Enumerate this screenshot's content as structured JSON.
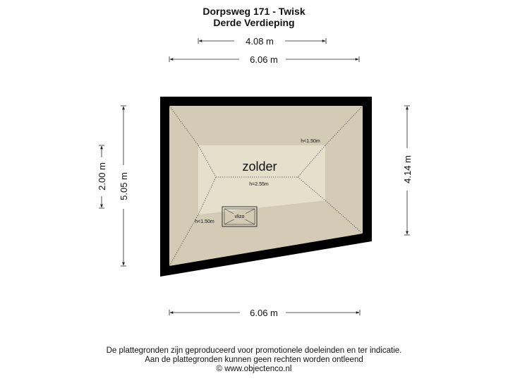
{
  "header": {
    "title": "Dorpsweg 171 - Twisk",
    "subtitle": "Derde Verdieping"
  },
  "dimensions": {
    "top_inner": "4.08 m",
    "top_outer": "6.06 m",
    "bottom": "6.06 m",
    "left_inner": "2.00 m",
    "left_outer": "5.05 m",
    "right": "4.14 m"
  },
  "room": {
    "name": "zolder",
    "height_center": "h=2.55m",
    "height_low_right": "h<1.50m",
    "height_low_left": "h<1.50m",
    "hatch_label": "vlizo"
  },
  "footer": {
    "line1": "De plattegronden zijn geproduceerd voor promotionele doeleinden en ter indicatie.",
    "line2": "Aan de plattegronden kunnen geen rechten worden ontleend",
    "line3": "© www.objectenco.nl"
  },
  "colors": {
    "wall": "#000000",
    "floor_outer": "#d3cbb6",
    "floor_inner": "#e6dfcb"
  }
}
